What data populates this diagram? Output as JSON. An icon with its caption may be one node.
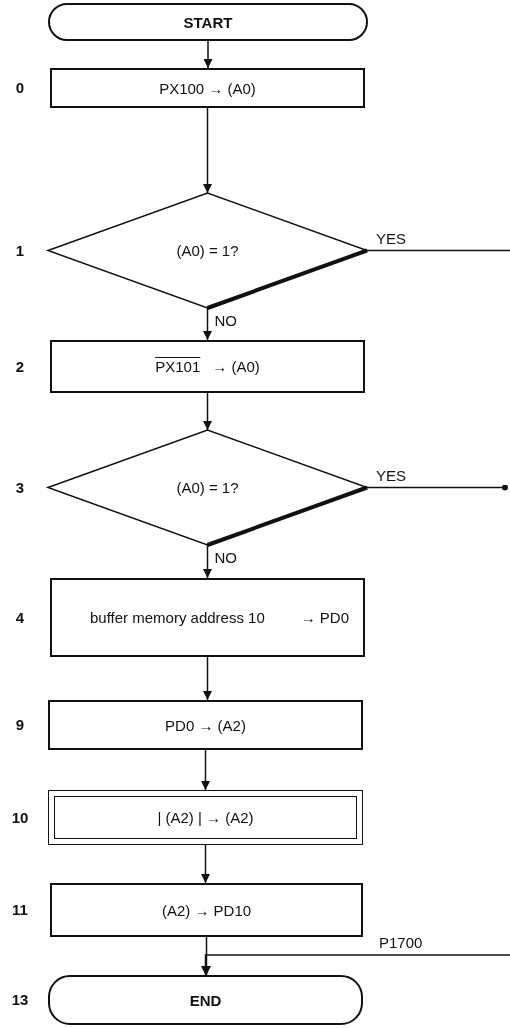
{
  "diagram": {
    "nodes": [
      {
        "text": [
          "START"
        ]
      },
      {
        "text": [
          "PX100 → (A0)"
        ],
        "beside": [
          "0"
        ]
      },
      {
        "text": [
          "(A0) = 1?"
        ],
        "beside": [
          "1"
        ]
      },
      {
        "text": [
          "PX101",
          "→ (A0)"
        ],
        "beside": [
          "2"
        ]
      },
      {
        "text": [
          "(A0) = 1?"
        ],
        "beside": [
          "3"
        ]
      },
      {
        "text": [
          "buffer memory address 10",
          "→ PD0"
        ],
        "beside": [
          "4"
        ]
      },
      {
        "text": [
          "PD0 → (A2)"
        ],
        "beside": [
          "9"
        ]
      },
      {
        "text": [
          "| (A2) | → (A2)"
        ],
        "beside": [
          "10"
        ]
      },
      {
        "text": [
          "(A2) → PD10"
        ],
        "beside": [
          "11"
        ]
      },
      {
        "text": [
          "END"
        ],
        "beside": [
          "13"
        ]
      }
    ],
    "edges": [
      {
        "from": 0,
        "to": 1,
        "arrow": "to"
      },
      {
        "from": 1,
        "to": 2,
        "arrow": "to"
      },
      {
        "from": 2,
        "to": 3,
        "arrow": "to",
        "label": "NO"
      },
      {
        "from": 2,
        "to": null,
        "arrow": "none",
        "label": "YES"
      },
      {
        "from": 3,
        "to": 4,
        "arrow": "to"
      },
      {
        "from": 4,
        "to": 5,
        "arrow": "to",
        "label": "NO"
      },
      {
        "from": 4,
        "to": null,
        "arrow": "other",
        "label": "YES"
      },
      {
        "from": 5,
        "to": 6,
        "arrow": "to"
      },
      {
        "from": 6,
        "to": 7,
        "arrow": "to"
      },
      {
        "from": 7,
        "to": 8,
        "arrow": "to"
      },
      {
        "from": 8,
        "to": 9,
        "arrow": "to"
      },
      {
        "from": null,
        "to": 9,
        "arrow": "to",
        "label": "P1700"
      }
    ]
  }
}
